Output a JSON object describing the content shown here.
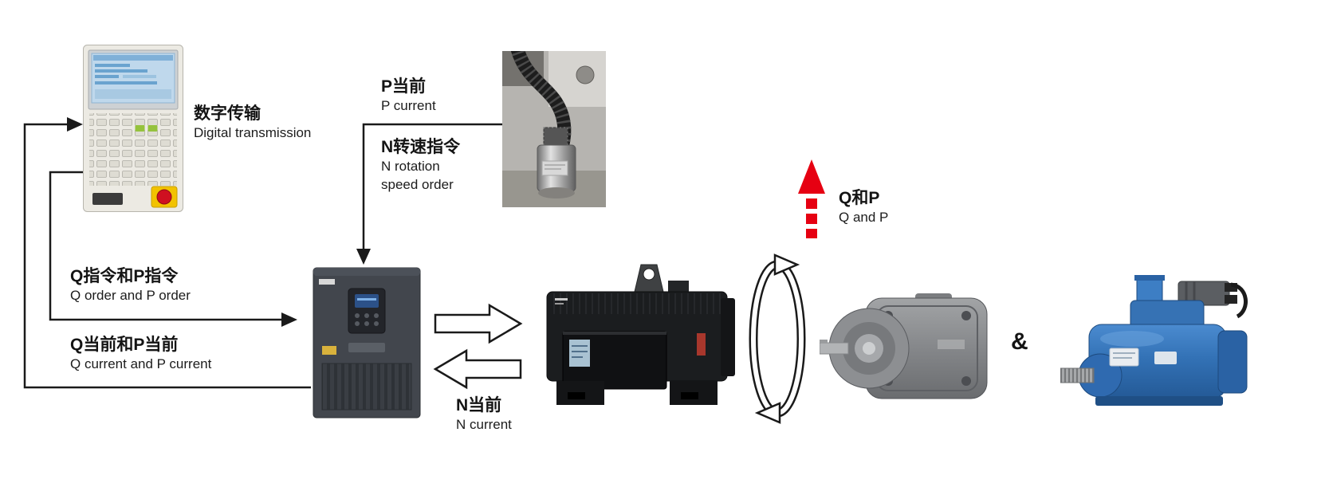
{
  "labels": {
    "digital_transmission": {
      "zh": "数字传输",
      "en": "Digital transmission"
    },
    "p_current": {
      "zh": "P当前",
      "en": "P current"
    },
    "n_rotation_speed_order": {
      "zh": "N转速指令",
      "en_line1": "N rotation",
      "en_line2": "speed order"
    },
    "q_order_and_p_order": {
      "zh": "Q指令和P指令",
      "en": "Q order and P order"
    },
    "q_current_and_p_current": {
      "zh": "Q当前和P当前",
      "en": "Q current and P current"
    },
    "n_current": {
      "zh": "N当前",
      "en": "N current"
    },
    "q_and_p": {
      "zh": "Q和P",
      "en": "Q and P"
    },
    "ampersand": "&"
  },
  "icons": {
    "controller": "machine-controller-with-display-and-keypad",
    "encoder": "rotary-encoder-with-cable-photo",
    "drive": "servo-drive-inverter",
    "motor": "servo-motor",
    "rotation": "rotation-loop-arrows",
    "gear_pump": "gear-pump",
    "piston_pump": "blue-piston-pump-with-solenoid-valve"
  },
  "colors": {
    "line": "#1a1a1a",
    "red_accent": "#e60012",
    "background": "#ffffff"
  }
}
